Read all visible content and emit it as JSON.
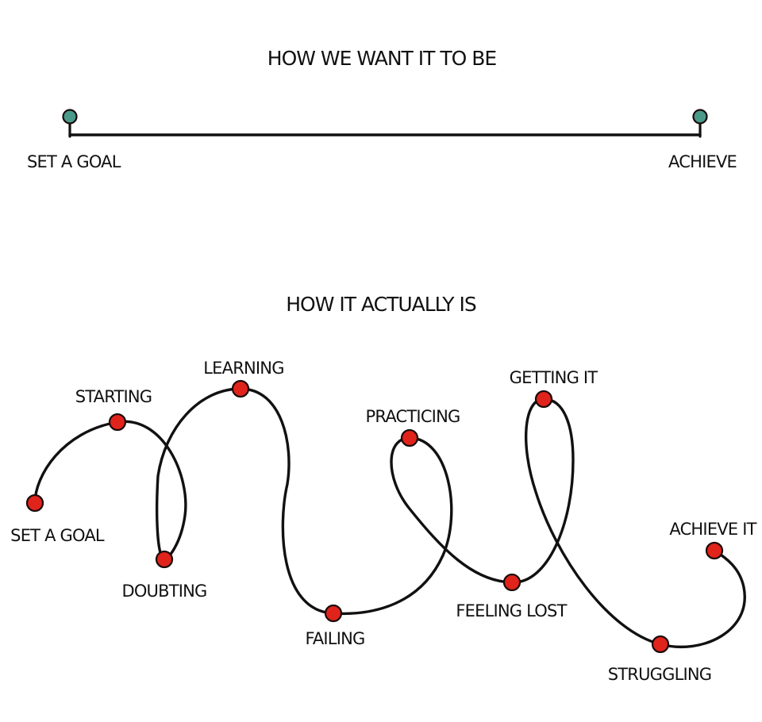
{
  "ideal": {
    "title": "HOW WE WANT IT TO BE",
    "start_label": "SET A GOAL",
    "end_label": "ACHIEVE"
  },
  "actual": {
    "title": "HOW IT ACTUALLY IS",
    "stages": [
      "SET A GOAL",
      "STARTING",
      "DOUBTING",
      "LEARNING",
      "FAILING",
      "PRACTICING",
      "FEELING LOST",
      "GETTING IT",
      "STRUGGLING",
      "ACHIEVE IT"
    ]
  },
  "colors": {
    "ink": "#111111",
    "ideal_pin": "#4a9a8a",
    "stage_node": "#e0241b"
  }
}
